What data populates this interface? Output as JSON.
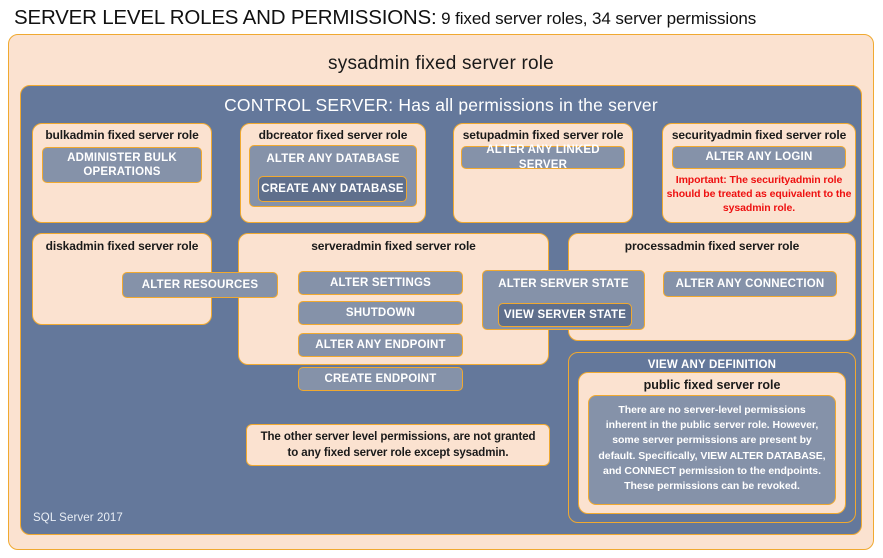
{
  "title": {
    "main": "SERVER LEVEL ROLES AND PERMISSIONS:",
    "sub": " 9 fixed server roles, 34 server permissions"
  },
  "colors": {
    "peach_fill": "#fbe2d0",
    "slate_fill": "#64789b",
    "pill_fill": "#8592a9",
    "pill_fill_dark": "#5f6f8c",
    "border_gold": "#f0a930",
    "warning_red": "#ee1111",
    "text_dark": "#1a1a1a",
    "text_light": "#ffffff"
  },
  "sysadmin": {
    "label": "sysadmin fixed server role"
  },
  "control_server": {
    "label": "CONTROL SERVER: Has all permissions in the server"
  },
  "roles": {
    "bulkadmin": {
      "label": "bulkadmin fixed server role",
      "permissions": [
        "ADMINISTER  BULK OPERATIONS"
      ]
    },
    "dbcreator": {
      "label": "dbcreator fixed server role",
      "permissions": [
        "ALTER ANY DATABASE",
        "CREATE  ANY DATABASE"
      ]
    },
    "setupadmin": {
      "label": "setupadmin fixed server role",
      "permissions": [
        "ALTER ANY LINKED SERVER"
      ]
    },
    "securityadmin": {
      "label": "securityadmin fixed server role",
      "permissions": [
        "ALTER ANY LOGIN"
      ],
      "warning": "Important:  The securityadmin role should  be treated as equivalent to the  sysadmin role."
    },
    "diskadmin": {
      "label": "diskadmin fixed server role",
      "permissions": [
        "ALTER RESOURCES"
      ]
    },
    "serveradmin": {
      "label": "serveradmin fixed server role",
      "permissions": [
        "ALTER SETTINGS",
        "SHUTDOWN",
        "ALTER ANY ENDPOINT",
        "CREATE  ENDPOINT",
        "ALTER SERVER  STATE",
        "VIEW SERVER  STATE"
      ]
    },
    "processadmin": {
      "label": "processadmin fixed server role",
      "permissions": [
        "ALTER ANY CONNECTION"
      ]
    },
    "public": {
      "view_any_definition": "VIEW ANY DEFINITION",
      "label": "public  fixed server role",
      "note": "There are no server-level permissions inherent in the public server role. However, some server permissions are present by default. Specifically, VIEW ALTER DATABASE, and CONNECT permission to the endpoints. These permissions can be revoked."
    }
  },
  "other_permissions_note": "The other server level permissions,  are not granted to any fixed server role except sysadmin.",
  "footer": {
    "text": "SQL Server 2017"
  }
}
